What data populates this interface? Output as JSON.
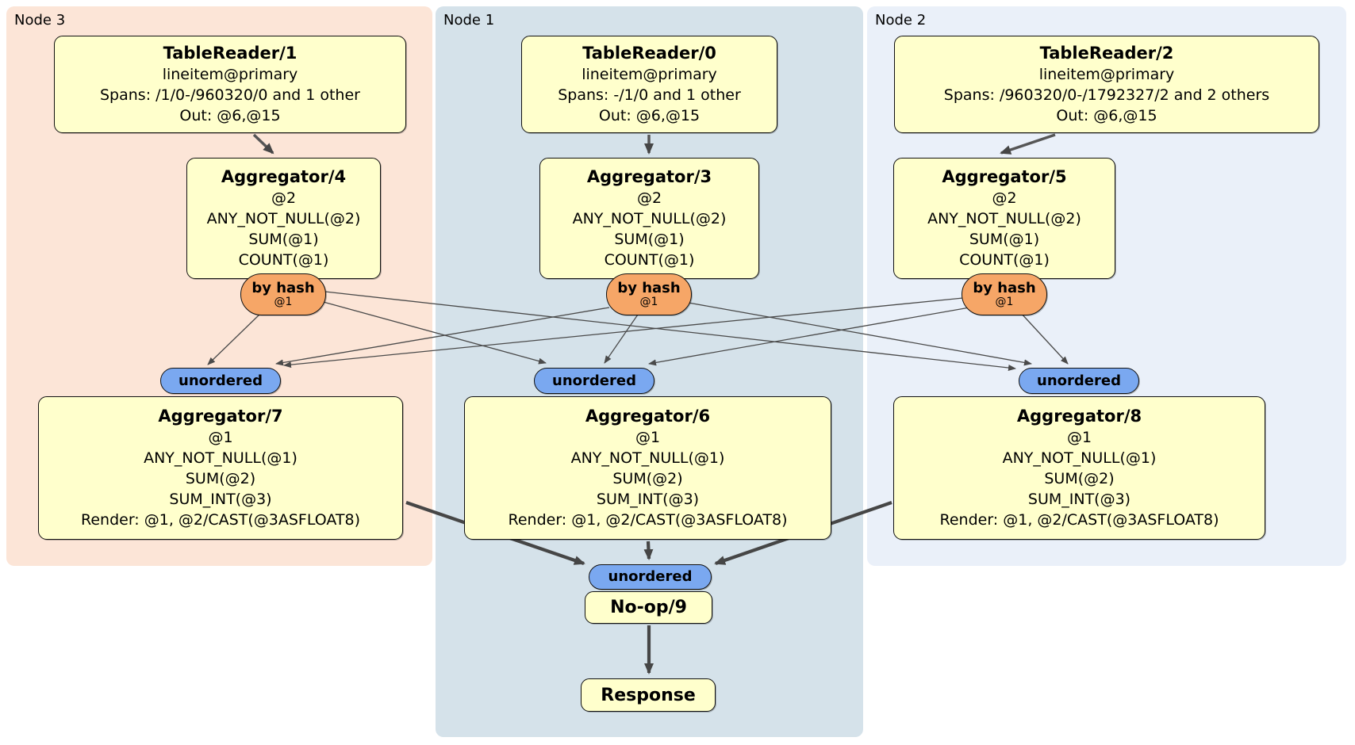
{
  "regions": {
    "node3": {
      "label": "Node 3"
    },
    "node1": {
      "label": "Node 1"
    },
    "node2": {
      "label": "Node 2"
    }
  },
  "nodes": {
    "tr1": {
      "title": "TableReader/1",
      "lines": [
        "lineitem@primary",
        "Spans: /1/0-/960320/0 and 1 other",
        "Out: @6,@15"
      ]
    },
    "tr0": {
      "title": "TableReader/0",
      "lines": [
        "lineitem@primary",
        "Spans: -/1/0 and 1 other",
        "Out: @6,@15"
      ]
    },
    "tr2": {
      "title": "TableReader/2",
      "lines": [
        "lineitem@primary",
        "Spans: /960320/0-/1792327/2 and 2 others",
        "Out: @6,@15"
      ]
    },
    "agg4": {
      "title": "Aggregator/4",
      "lines": [
        "@2",
        "ANY_NOT_NULL(@2)",
        "SUM(@1)",
        "COUNT(@1)"
      ]
    },
    "agg3": {
      "title": "Aggregator/3",
      "lines": [
        "@2",
        "ANY_NOT_NULL(@2)",
        "SUM(@1)",
        "COUNT(@1)"
      ]
    },
    "agg5": {
      "title": "Aggregator/5",
      "lines": [
        "@2",
        "ANY_NOT_NULL(@2)",
        "SUM(@1)",
        "COUNT(@1)"
      ]
    },
    "agg7": {
      "title": "Aggregator/7",
      "lines": [
        "@1",
        "ANY_NOT_NULL(@1)",
        "SUM(@2)",
        "SUM_INT(@3)",
        "Render: @1, @2/CAST(@3ASFLOAT8)"
      ]
    },
    "agg6": {
      "title": "Aggregator/6",
      "lines": [
        "@1",
        "ANY_NOT_NULL(@1)",
        "SUM(@2)",
        "SUM_INT(@3)",
        "Render: @1, @2/CAST(@3ASFLOAT8)"
      ]
    },
    "agg8": {
      "title": "Aggregator/8",
      "lines": [
        "@1",
        "ANY_NOT_NULL(@1)",
        "SUM(@2)",
        "SUM_INT(@3)",
        "Render: @1, @2/CAST(@3ASFLOAT8)"
      ]
    },
    "noop": {
      "title": "No-op/9"
    },
    "response": {
      "title": "Response"
    }
  },
  "routers": {
    "byhash4": {
      "label": "by hash",
      "sub": "@1"
    },
    "byhash3": {
      "label": "by hash",
      "sub": "@1"
    },
    "byhash5": {
      "label": "by hash",
      "sub": "@1"
    },
    "unordered7": {
      "label": "unordered"
    },
    "unordered6": {
      "label": "unordered"
    },
    "unordered8": {
      "label": "unordered"
    },
    "unordered9": {
      "label": "unordered"
    }
  },
  "edges": [
    {
      "from": "TableReader/1",
      "to": "Aggregator/4"
    },
    {
      "from": "TableReader/0",
      "to": "Aggregator/3"
    },
    {
      "from": "TableReader/2",
      "to": "Aggregator/5"
    },
    {
      "from": "Aggregator/4 by hash",
      "to": "unordered (Aggregator/7)"
    },
    {
      "from": "Aggregator/4 by hash",
      "to": "unordered (Aggregator/6)"
    },
    {
      "from": "Aggregator/4 by hash",
      "to": "unordered (Aggregator/8)"
    },
    {
      "from": "Aggregator/3 by hash",
      "to": "unordered (Aggregator/7)"
    },
    {
      "from": "Aggregator/3 by hash",
      "to": "unordered (Aggregator/6)"
    },
    {
      "from": "Aggregator/3 by hash",
      "to": "unordered (Aggregator/8)"
    },
    {
      "from": "Aggregator/5 by hash",
      "to": "unordered (Aggregator/7)"
    },
    {
      "from": "Aggregator/5 by hash",
      "to": "unordered (Aggregator/6)"
    },
    {
      "from": "Aggregator/5 by hash",
      "to": "unordered (Aggregator/8)"
    },
    {
      "from": "Aggregator/7",
      "to": "unordered (No-op/9)"
    },
    {
      "from": "Aggregator/6",
      "to": "unordered (No-op/9)"
    },
    {
      "from": "Aggregator/8",
      "to": "unordered (No-op/9)"
    },
    {
      "from": "No-op/9",
      "to": "Response"
    }
  ],
  "colors": {
    "node3_bg": "#fce5d7",
    "node1_bg": "#d5e2ea",
    "node2_bg": "#eaf0f9",
    "box_bg": "#ffffcc",
    "hash_router_bg": "#f6a667",
    "unordered_bg": "#7aa8f0",
    "edge": "#4a4a4a"
  }
}
